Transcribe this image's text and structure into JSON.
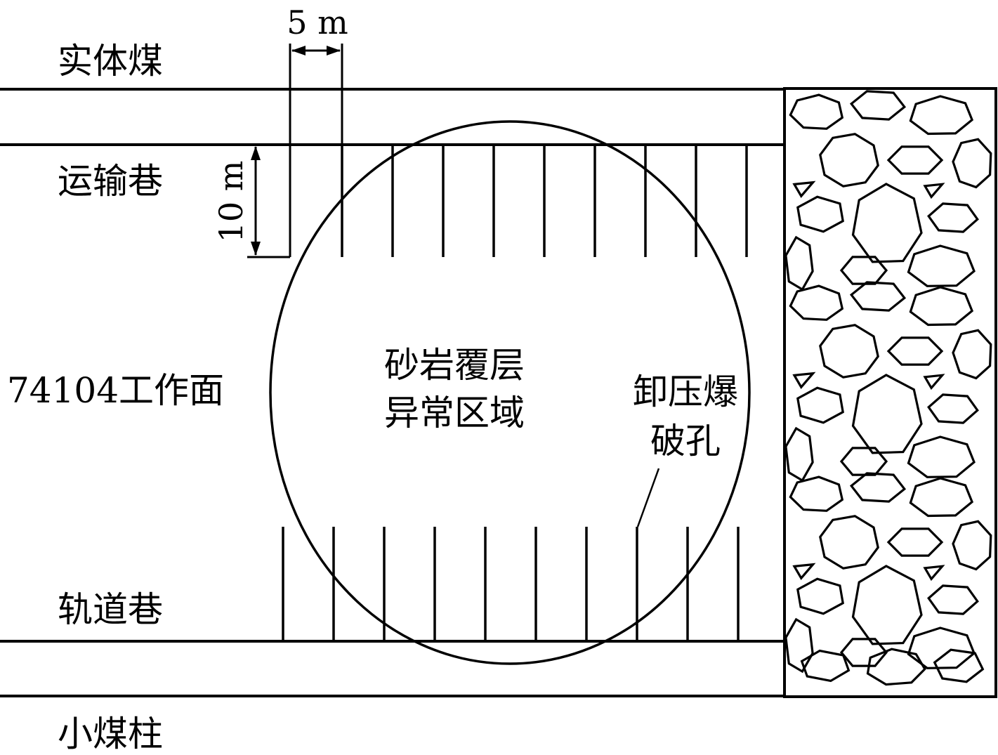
{
  "labels": {
    "solid_coal": "实体煤",
    "transport_roadway": "运输巷",
    "working_face": "74104工作面",
    "track_roadway": "轨道巷",
    "small_pillar": "小煤柱",
    "anomaly_line1": "砂岩覆层",
    "anomaly_line2": "异常区域",
    "blasthole_line1": "卸压爆",
    "blasthole_line2": "破孔"
  },
  "dimensions": {
    "spacing": "5 m",
    "depth": "10 m"
  },
  "drill_holes": {
    "transport_side_count": 9,
    "track_side_count": 10,
    "spacing_m": 5,
    "depth_m": 10
  }
}
